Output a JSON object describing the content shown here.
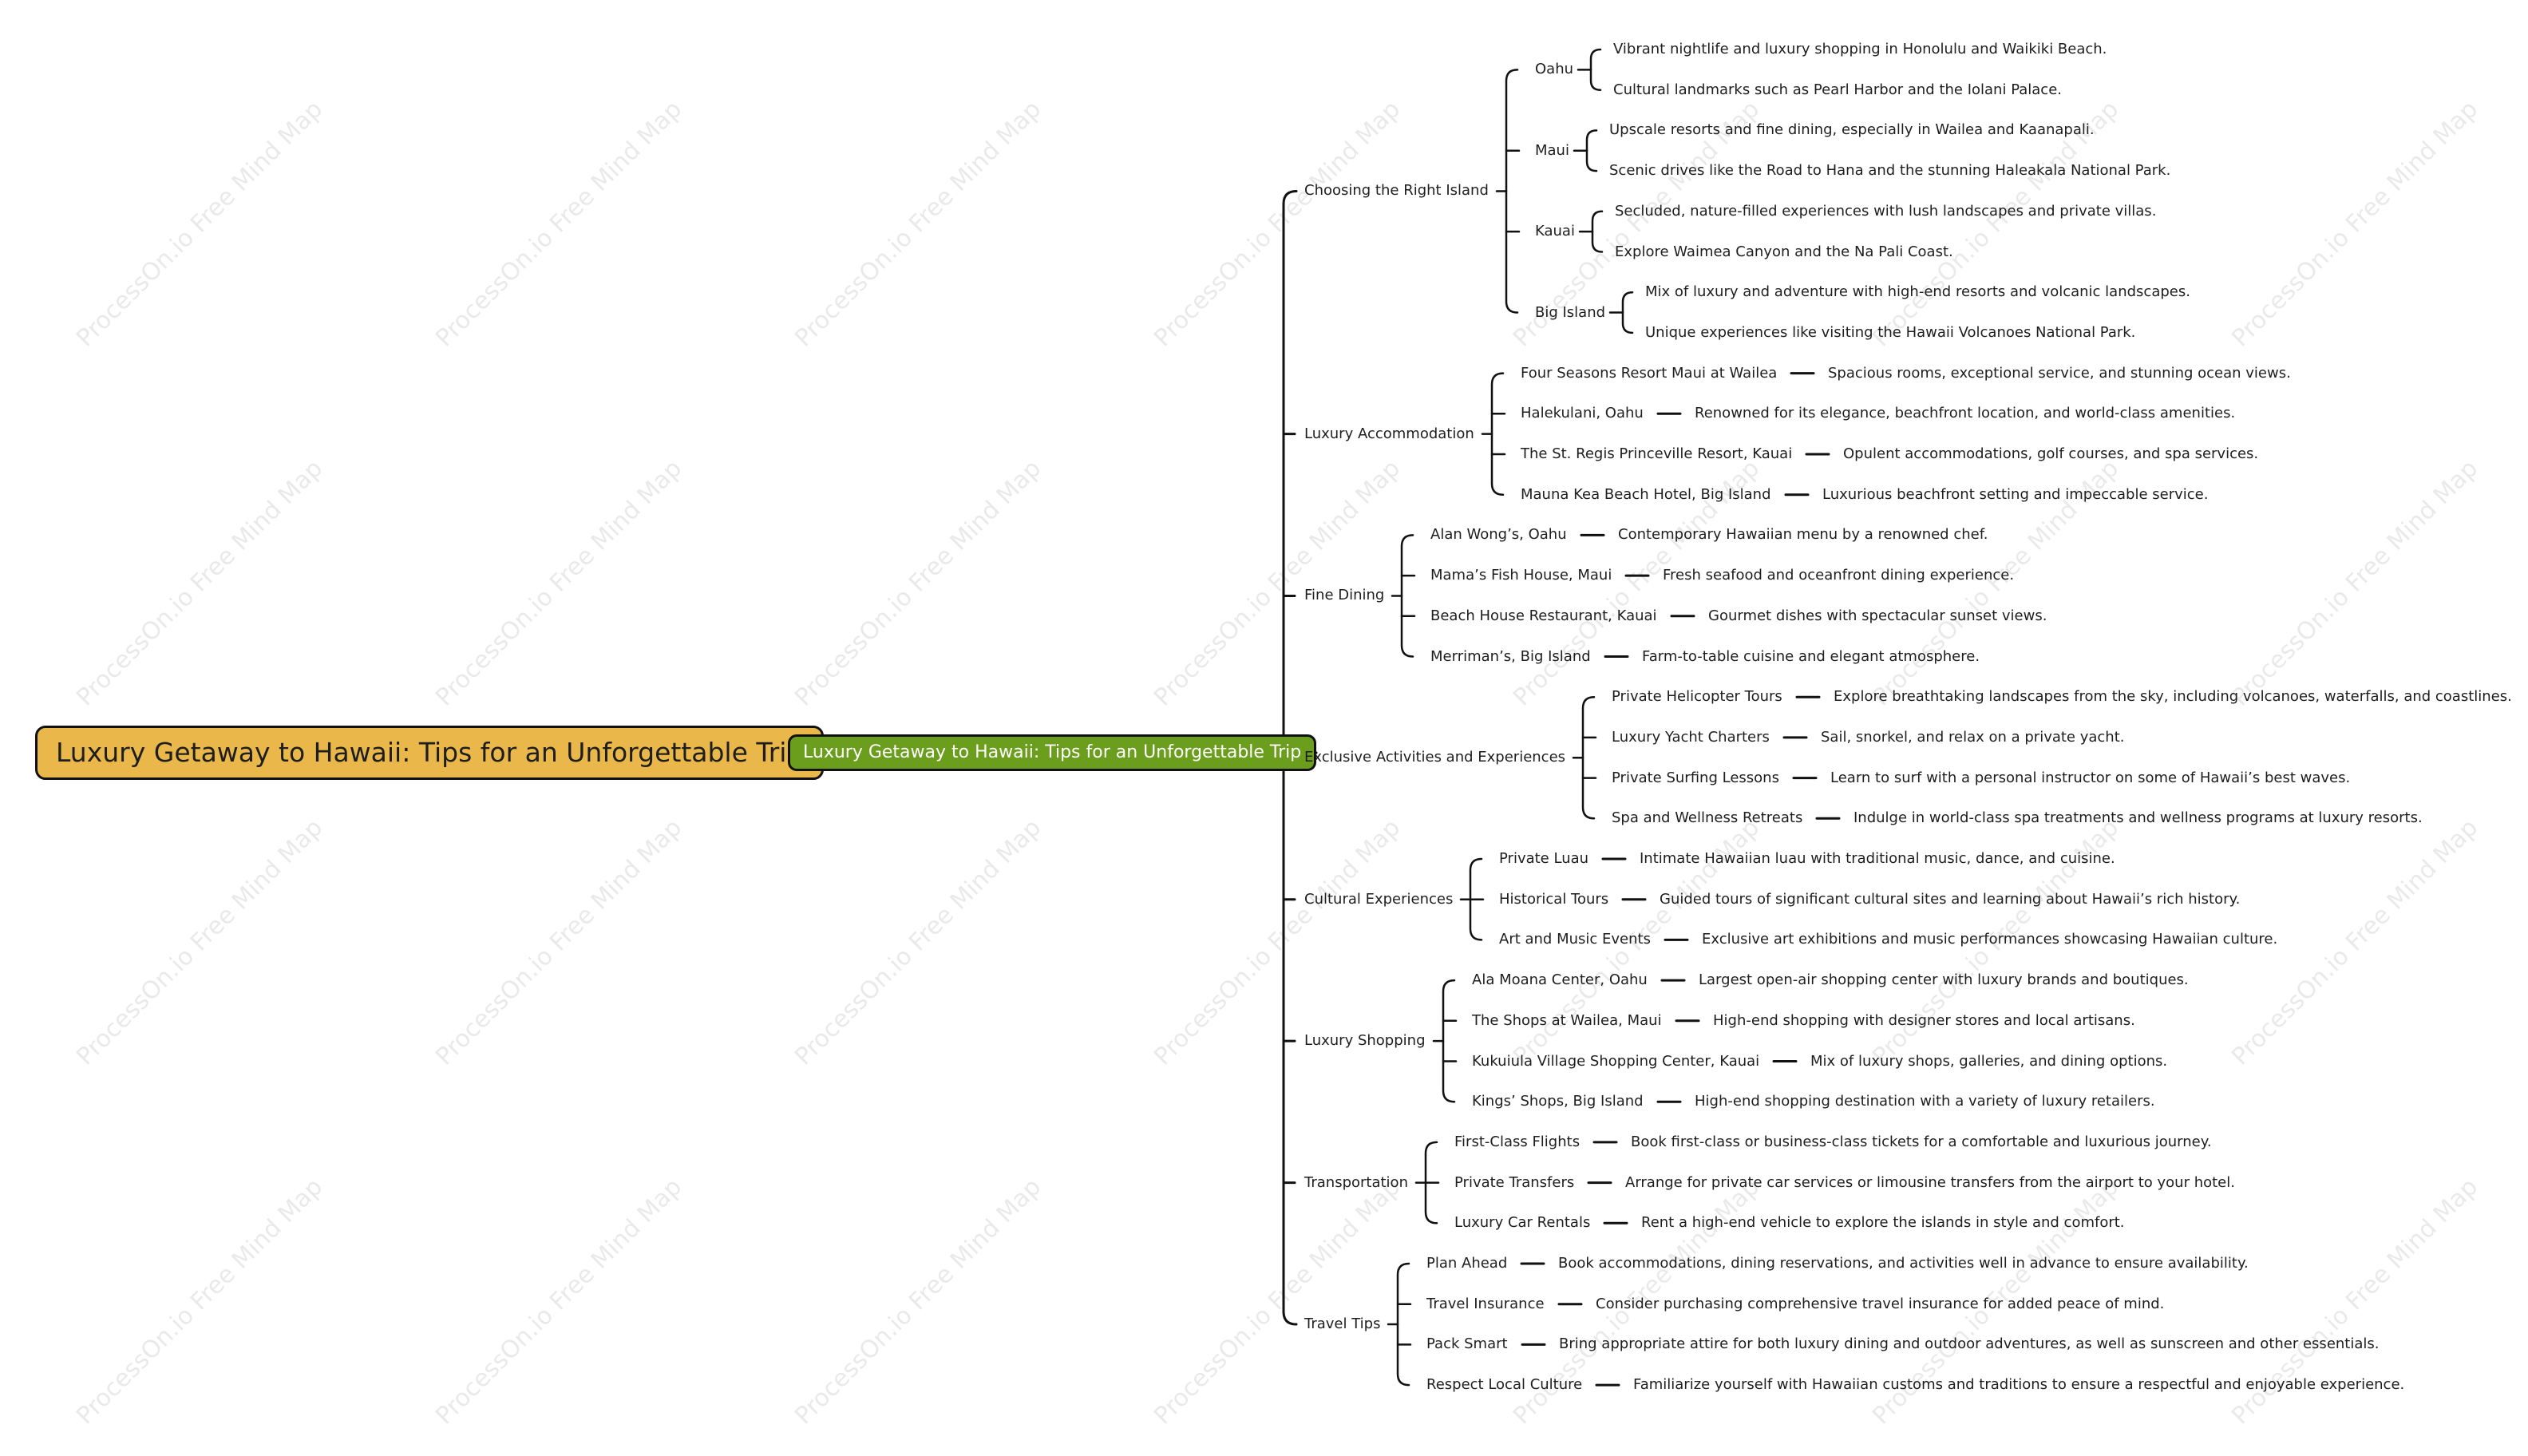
{
  "root": {
    "label": "Luxury Getaway to Hawaii: Tips for an Unforgettable Trip"
  },
  "center": {
    "label": "Luxury Getaway to Hawaii: Tips for an Unforgettable Trip"
  },
  "watermark": "ProcessOn.io Free Mind Map",
  "colors": {
    "root_fill": "#eab84a",
    "center_fill": "#6a9e1c",
    "line": "#111111"
  },
  "branches": [
    {
      "label": "Choosing the Right Island",
      "children": [
        {
          "label": "Oahu",
          "details": [
            "Vibrant nightlife and luxury shopping in Honolulu and Waikiki Beach.",
            "Cultural landmarks such as Pearl Harbor and the Iolani Palace."
          ]
        },
        {
          "label": "Maui",
          "details": [
            "Upscale resorts and fine dining, especially in Wailea and Kaanapali.",
            "Scenic drives like the Road to Hana and the stunning Haleakala National Park."
          ]
        },
        {
          "label": "Kauai",
          "details": [
            "Secluded, nature-filled experiences with lush landscapes and private villas.",
            "Explore Waimea Canyon and the Na Pali Coast."
          ]
        },
        {
          "label": "Big Island",
          "details": [
            "Mix of luxury and adventure with high-end resorts and volcanic landscapes.",
            "Unique experiences like visiting the Hawaii Volcanoes National Park."
          ]
        }
      ]
    },
    {
      "label": "Luxury Accommodation",
      "children": [
        {
          "label": "Four Seasons Resort Maui at Wailea",
          "details": [
            "Spacious rooms, exceptional service, and stunning ocean views."
          ]
        },
        {
          "label": "Halekulani, Oahu",
          "details": [
            "Renowned for its elegance, beachfront location, and world-class amenities."
          ]
        },
        {
          "label": "The St. Regis Princeville Resort, Kauai",
          "details": [
            "Opulent accommodations, golf courses, and spa services."
          ]
        },
        {
          "label": "Mauna Kea Beach Hotel, Big Island",
          "details": [
            "Luxurious beachfront setting and impeccable service."
          ]
        }
      ]
    },
    {
      "label": "Fine Dining",
      "children": [
        {
          "label": "Alan Wong’s, Oahu",
          "details": [
            "Contemporary Hawaiian menu by a renowned chef."
          ]
        },
        {
          "label": "Mama’s Fish House, Maui",
          "details": [
            "Fresh seafood and oceanfront dining experience."
          ]
        },
        {
          "label": "Beach House Restaurant, Kauai",
          "details": [
            "Gourmet dishes with spectacular sunset views."
          ]
        },
        {
          "label": "Merriman’s, Big Island",
          "details": [
            "Farm-to-table cuisine and elegant atmosphere."
          ]
        }
      ]
    },
    {
      "label": "Exclusive Activities and Experiences",
      "children": [
        {
          "label": "Private Helicopter Tours",
          "details": [
            "Explore breathtaking landscapes from the sky, including volcanoes, waterfalls, and coastlines."
          ]
        },
        {
          "label": "Luxury Yacht Charters",
          "details": [
            "Sail, snorkel, and relax on a private yacht."
          ]
        },
        {
          "label": "Private Surfing Lessons",
          "details": [
            "Learn to surf with a personal instructor on some of Hawaii’s best waves."
          ]
        },
        {
          "label": "Spa and Wellness Retreats",
          "details": [
            "Indulge in world-class spa treatments and wellness programs at luxury resorts."
          ]
        }
      ]
    },
    {
      "label": "Cultural Experiences",
      "children": [
        {
          "label": "Private Luau",
          "details": [
            "Intimate Hawaiian luau with traditional music, dance, and cuisine."
          ]
        },
        {
          "label": "Historical Tours",
          "details": [
            "Guided tours of significant cultural sites and learning about Hawaii’s rich history."
          ]
        },
        {
          "label": "Art and Music Events",
          "details": [
            "Exclusive art exhibitions and music performances showcasing Hawaiian culture."
          ]
        }
      ]
    },
    {
      "label": "Luxury Shopping",
      "children": [
        {
          "label": "Ala Moana Center, Oahu",
          "details": [
            "Largest open-air shopping center with luxury brands and boutiques."
          ]
        },
        {
          "label": "The Shops at Wailea, Maui",
          "details": [
            "High-end shopping with designer stores and local artisans."
          ]
        },
        {
          "label": "Kukuiula Village Shopping Center, Kauai",
          "details": [
            "Mix of luxury shops, galleries, and dining options."
          ]
        },
        {
          "label": "Kings’ Shops, Big Island",
          "details": [
            "High-end shopping destination with a variety of luxury retailers."
          ]
        }
      ]
    },
    {
      "label": "Transportation",
      "children": [
        {
          "label": "First-Class Flights",
          "details": [
            "Book first-class or business-class tickets for a comfortable and luxurious journey."
          ]
        },
        {
          "label": "Private Transfers",
          "details": [
            "Arrange for private car services or limousine transfers from the airport to your hotel."
          ]
        },
        {
          "label": "Luxury Car Rentals",
          "details": [
            "Rent a high-end vehicle to explore the islands in style and comfort."
          ]
        }
      ]
    },
    {
      "label": "Travel Tips",
      "children": [
        {
          "label": "Plan Ahead",
          "details": [
            "Book accommodations, dining reservations, and activities well in advance to ensure availability."
          ]
        },
        {
          "label": "Travel Insurance",
          "details": [
            "Consider purchasing comprehensive travel insurance for added peace of mind."
          ]
        },
        {
          "label": "Pack Smart",
          "details": [
            "Bring appropriate attire for both luxury dining and outdoor adventures, as well as sunscreen and other essentials."
          ]
        },
        {
          "label": "Respect Local Culture",
          "details": [
            "Familiarize yourself with Hawaiian customs and traditions to ensure a respectful and enjoyable experience."
          ]
        }
      ]
    }
  ]
}
